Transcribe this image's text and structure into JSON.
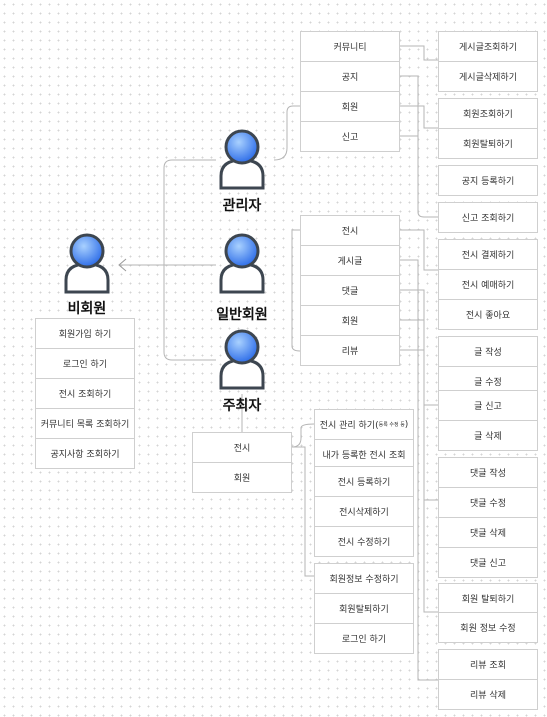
{
  "actors": {
    "guest": "비회원",
    "admin": "관리자",
    "member": "일반회원",
    "organizer": "주최자"
  },
  "guest_items": [
    "회원가입 하기",
    "로그인 하기",
    "전시 조회하기",
    "커뮤니티 목록 조회하기",
    "공지사항 조회하기"
  ],
  "admin": {
    "categories": [
      "커뮤니티",
      "공지",
      "회원",
      "신고"
    ],
    "leaves": [
      "게시글조회하기",
      "게시글삭제하기",
      "회원조회하기",
      "회원탈퇴하기",
      "공지 등록하기",
      "신고 조회하기"
    ]
  },
  "member": {
    "categories": [
      "전시",
      "게시글",
      "댓글",
      "회원",
      "리뷰"
    ],
    "leaves": [
      "전시 결제하기",
      "전시 예매하기",
      "전시 좋아요",
      "글 작성",
      "글 수정",
      "글 신고",
      "글 삭제",
      "댓글 작성",
      "댓글 수정",
      "댓글 삭제",
      "댓글 신고",
      "회원 탈퇴하기",
      "회원 정보 수정",
      "리뷰 조회",
      "리뷰 삭제"
    ]
  },
  "organizer": {
    "categories": [
      "전시",
      "회원"
    ],
    "exhibit_leaf_main": "전시 관리 하기(",
    "exhibit_leaf_small": "등록 수정 등",
    "exhibit_leaf_end": ")",
    "exhibit_leaves": [
      "내가 등록한 전시 조회",
      "전시 등록하기",
      "전시삭제하기",
      "전시 수정하기"
    ],
    "member_leaves": [
      "회원정보 수정하기",
      "회원탈퇴하기",
      "로그인 하기"
    ]
  }
}
